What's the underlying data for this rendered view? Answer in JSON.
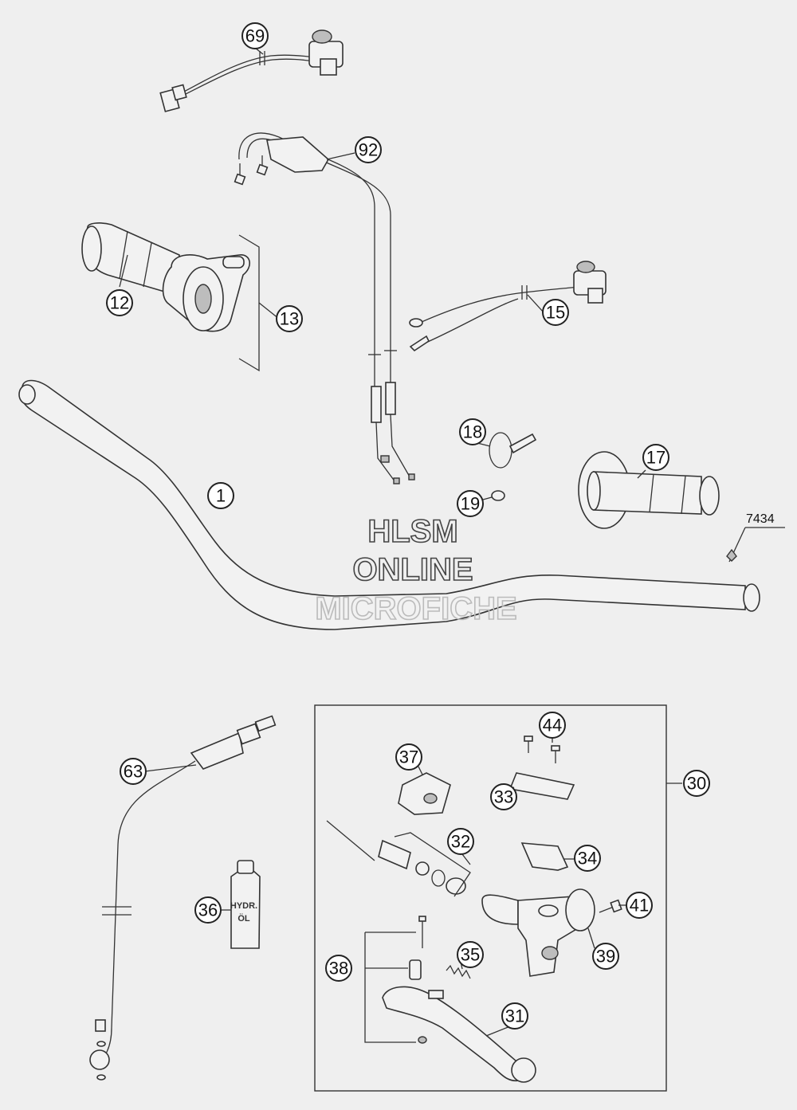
{
  "diagram": {
    "callouts": [
      {
        "id": "c69",
        "label": "69"
      },
      {
        "id": "c92",
        "label": "92"
      },
      {
        "id": "c12",
        "label": "12"
      },
      {
        "id": "c13",
        "label": "13"
      },
      {
        "id": "c15",
        "label": "15"
      },
      {
        "id": "c1",
        "label": "1"
      },
      {
        "id": "c18",
        "label": "18"
      },
      {
        "id": "c17",
        "label": "17"
      },
      {
        "id": "c19",
        "label": "19"
      },
      {
        "id": "c44",
        "label": "44"
      },
      {
        "id": "c37",
        "label": "37"
      },
      {
        "id": "c30",
        "label": "30"
      },
      {
        "id": "c63",
        "label": "63"
      },
      {
        "id": "c33",
        "label": "33"
      },
      {
        "id": "c32",
        "label": "32"
      },
      {
        "id": "c34",
        "label": "34"
      },
      {
        "id": "c36",
        "label": "36"
      },
      {
        "id": "c41",
        "label": "41"
      },
      {
        "id": "c39",
        "label": "39"
      },
      {
        "id": "c35",
        "label": "35"
      },
      {
        "id": "c38",
        "label": "38"
      },
      {
        "id": "c31",
        "label": "31"
      }
    ],
    "reference_code": "7434",
    "bottle_label_line1": "HYDR.",
    "bottle_label_line2": "ÖL"
  },
  "watermark": {
    "line1": "HLSM",
    "line2": "ONLINE",
    "line3": "MICROFICHE"
  }
}
